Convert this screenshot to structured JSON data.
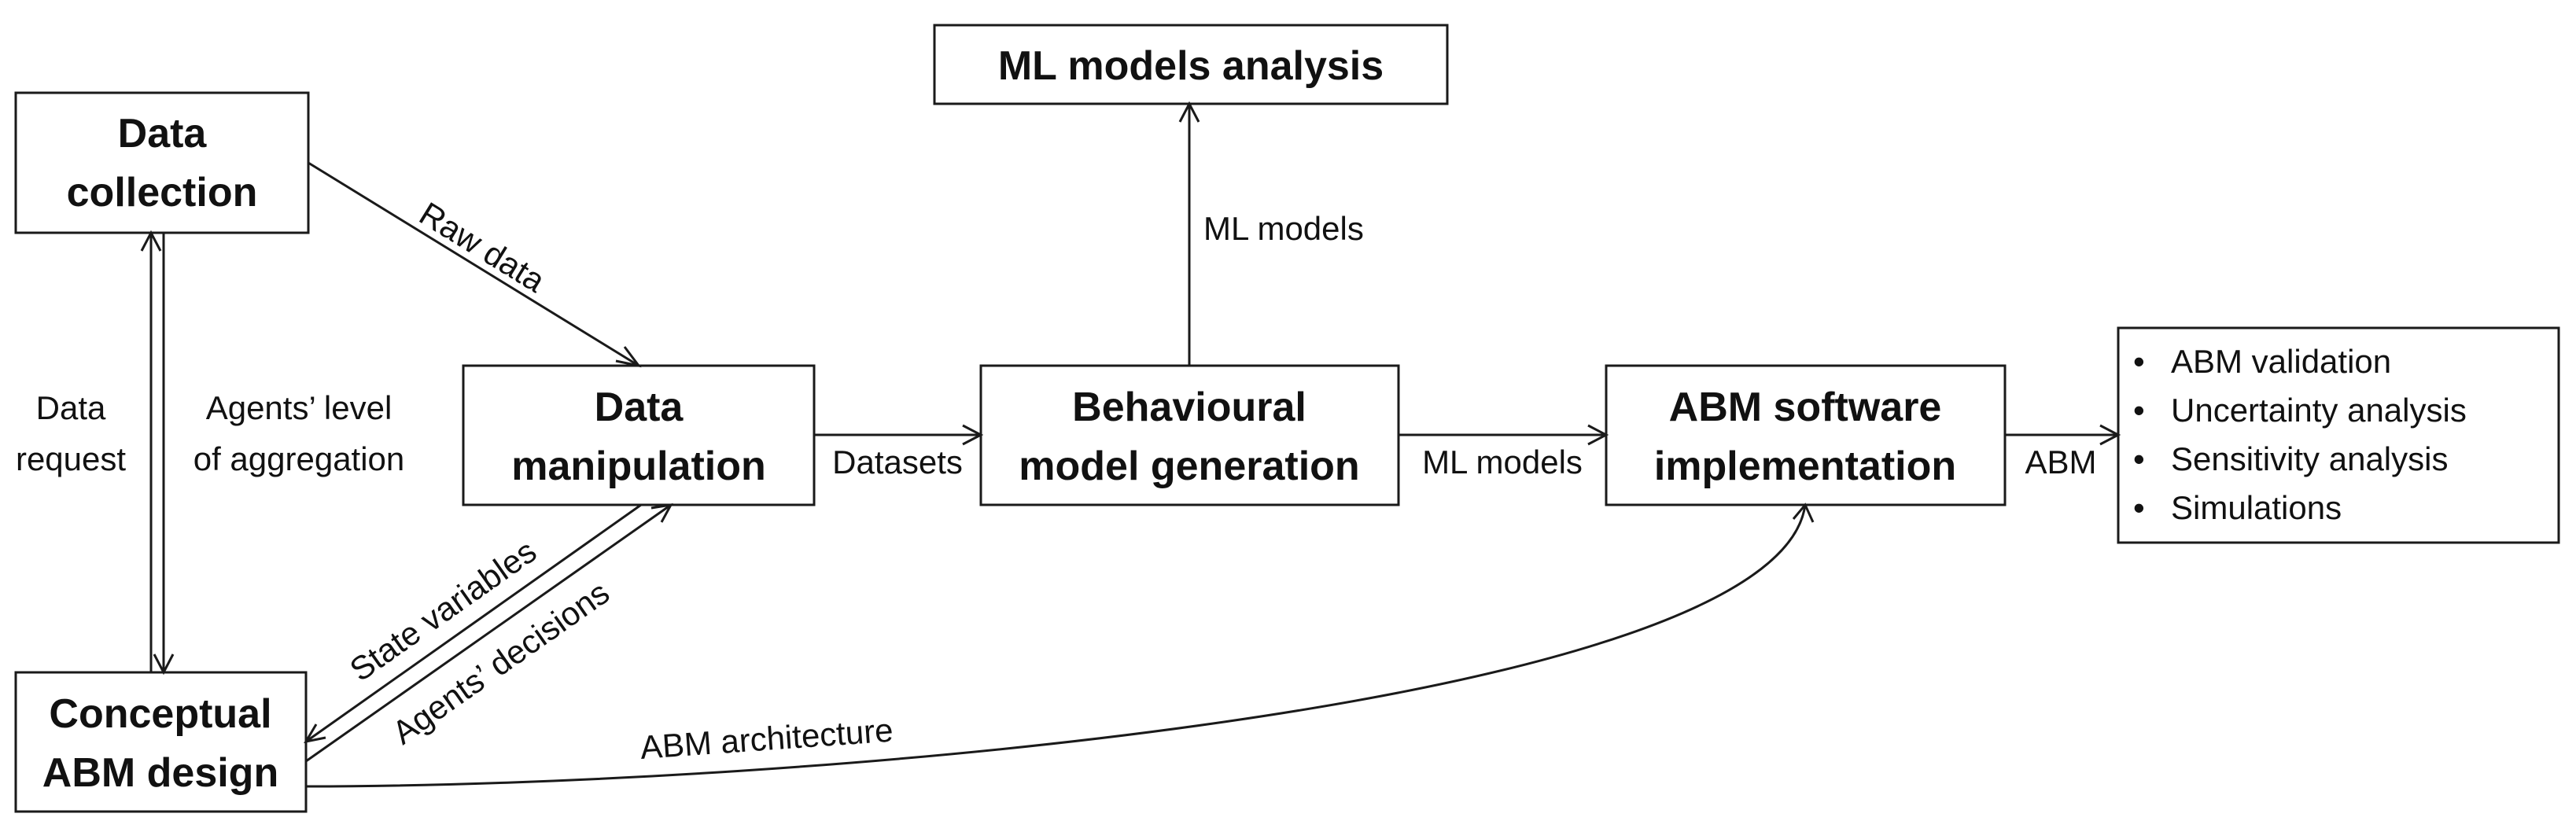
{
  "nodes": {
    "data_collection": {
      "lines": [
        "Data",
        "collection"
      ]
    },
    "ml_models_analysis": {
      "lines": [
        "ML models analysis"
      ]
    },
    "data_manipulation": {
      "lines": [
        "Data",
        "manipulation"
      ]
    },
    "behavioural_model_generation": {
      "lines": [
        "Behavioural",
        "model generation"
      ]
    },
    "abm_software_implementation": {
      "lines": [
        "ABM software",
        "implementation"
      ]
    },
    "conceptual_abm_design": {
      "lines": [
        "Conceptual",
        "ABM design"
      ]
    }
  },
  "outputs": {
    "bullet": "•",
    "items": [
      "ABM validation",
      "Uncertainty analysis",
      "Sensitivity analysis",
      "Simulations"
    ]
  },
  "edges": {
    "raw_data": "Raw data",
    "data_request": [
      "Data",
      "request"
    ],
    "agents_level": [
      "Agents’ level",
      "of aggregation"
    ],
    "datasets": "Datasets",
    "ml_models_up": "ML models",
    "ml_models_right": "ML models",
    "abm": "ABM",
    "state_variables": "State variables",
    "agents_decisions": "Agents’ decisions",
    "abm_architecture": "ABM architecture"
  }
}
